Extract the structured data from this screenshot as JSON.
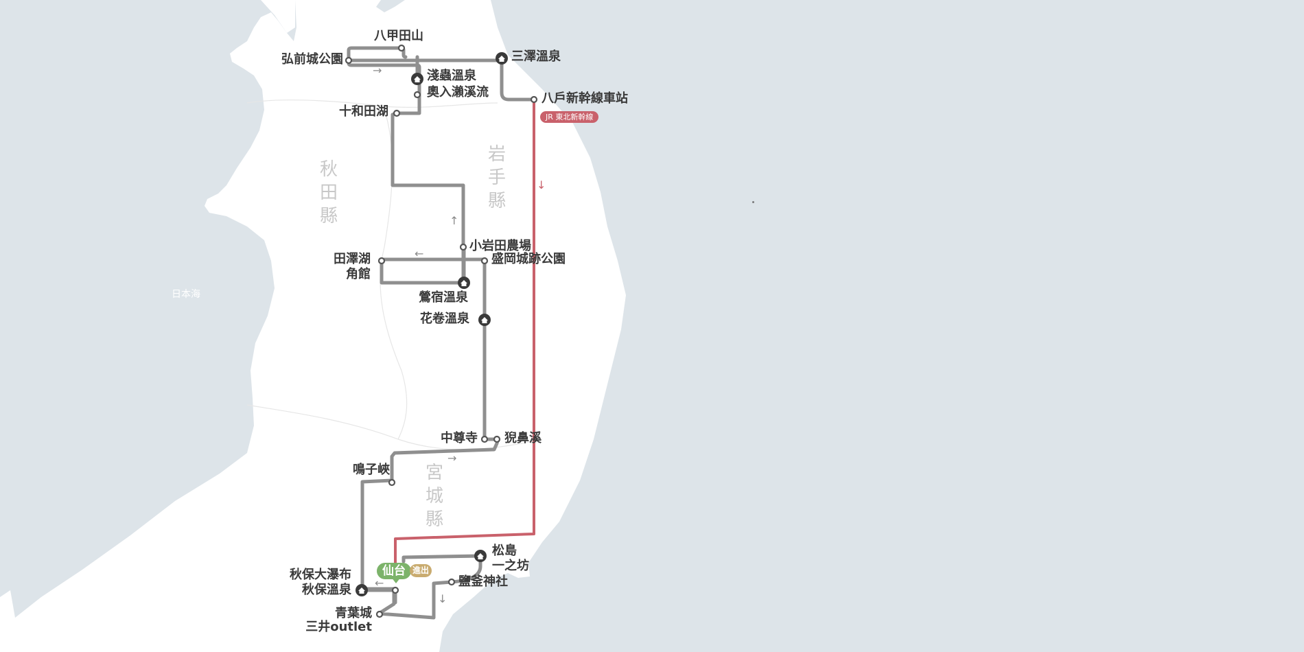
{
  "map": {
    "sea_label": "日本海",
    "rail_badge": "JR 東北新幹線",
    "sendai": {
      "label": "仙台",
      "tag": "進出"
    },
    "prefectures": [
      {
        "id": "akita",
        "chars": [
          "秋",
          "田",
          "縣"
        ]
      },
      {
        "id": "iwate",
        "chars": [
          "岩",
          "手",
          "縣"
        ]
      },
      {
        "id": "miyagi",
        "chars": [
          "宮",
          "城",
          "縣"
        ]
      }
    ],
    "places": {
      "hakkoda": "八甲田山",
      "hirosaki": "弘前城公園",
      "misawa": "三澤溫泉",
      "asamushi": "淺蟲溫泉",
      "oirase": "奧入瀨溪流",
      "hachinohe": "八戶新幹線車站",
      "towada": "十和田湖",
      "koiwai": "小岩田農場",
      "tazawa": "田澤湖",
      "kakunodate": "角館",
      "morioka": "盛岡城跡公園",
      "oshuku": "鶯宿溫泉",
      "hanamaki": "花卷溫泉",
      "chuson": "中尊寺",
      "geibikei": "猊鼻溪",
      "naruko": "鳴子峽",
      "matsushima": "松島",
      "ichinobo": "一之坊",
      "akiu_fall": "秋保大瀑布",
      "akiu_onsen": "秋保溫泉",
      "shiogama": "鹽釜神社",
      "aobajo": "青葉城",
      "mitsui": "三井outlet"
    },
    "arrows": {
      "east1": "→",
      "south_red": "↓",
      "north1": "↑",
      "west1": "←",
      "east2": "→",
      "west2": "←",
      "south2": "↓"
    },
    "colors": {
      "sea": "#dde4e9",
      "land": "#ffffff",
      "route": "#8f8f8f",
      "rail": "#c9616b",
      "node_dark": "#3a3a3a",
      "sendai": "#7cb36a",
      "tag": "#c9ab6f"
    },
    "icons": {
      "onsen": "house-icon",
      "stop": "circle-node-icon"
    }
  }
}
